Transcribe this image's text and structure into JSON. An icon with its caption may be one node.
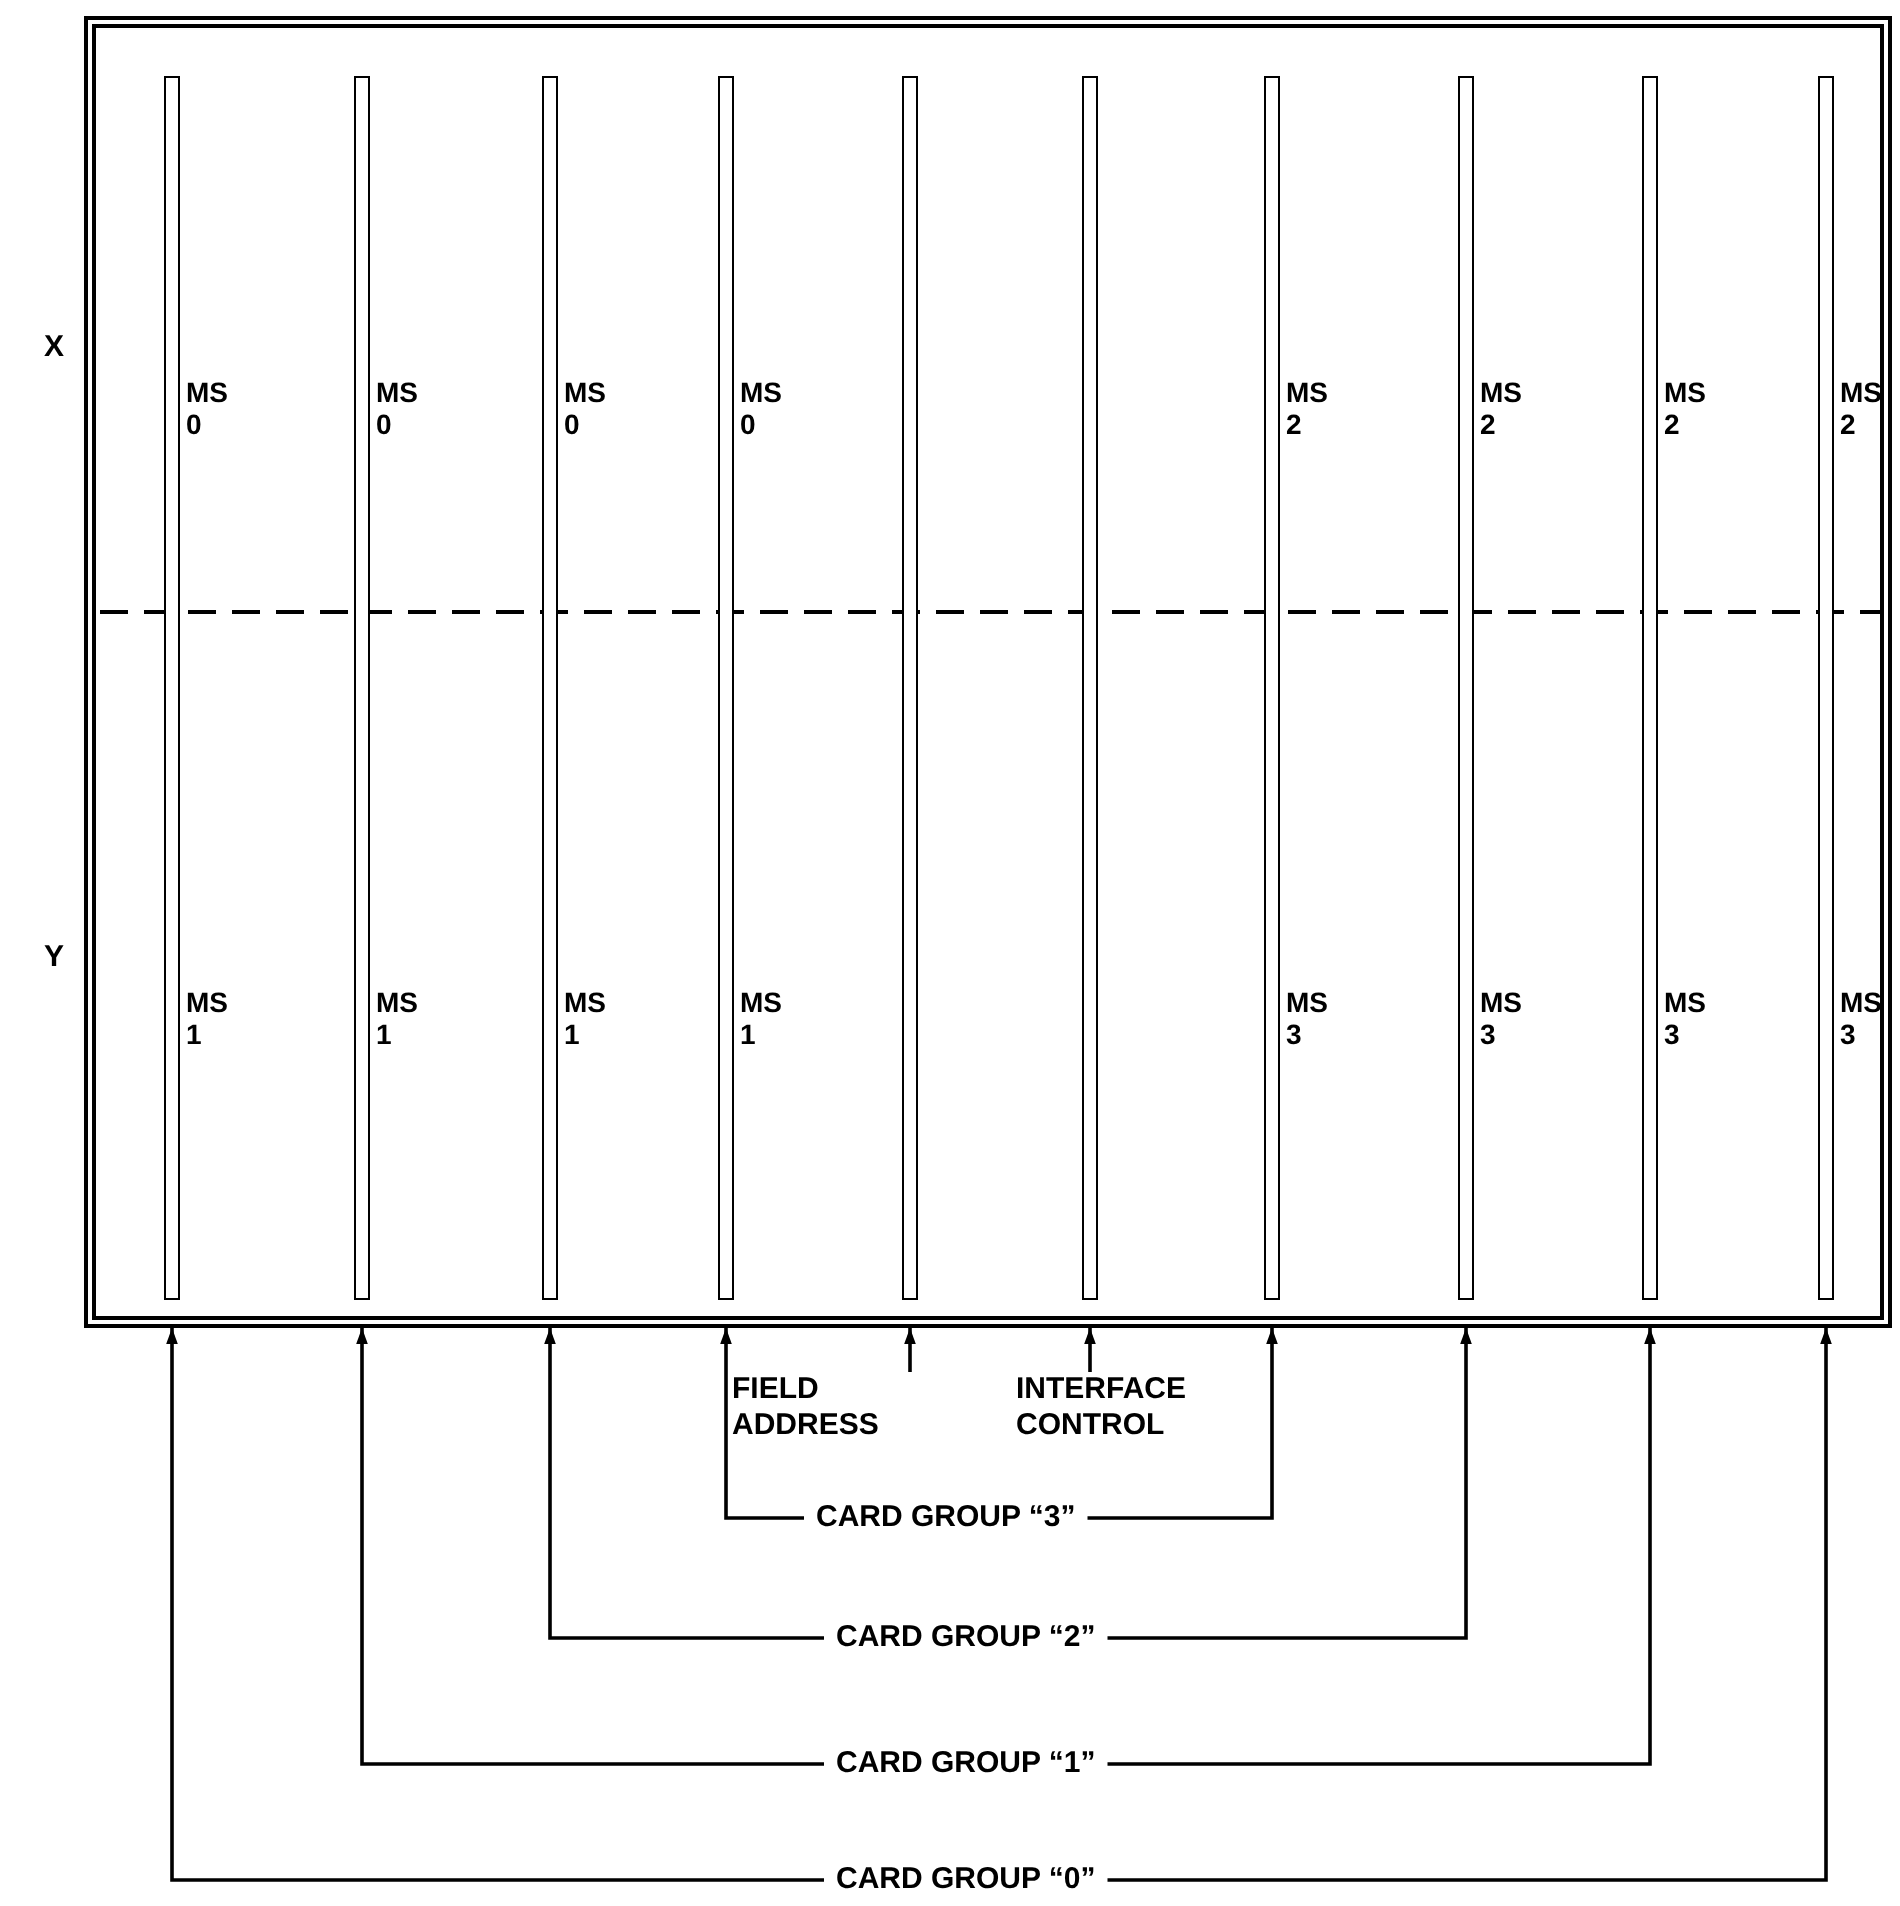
{
  "diagram": {
    "nodes": [
      {
        "text": [],
        "shape": "box"
      },
      {
        "text": [],
        "shape": "bar",
        "in": 0,
        "beside": [
          "MS 0",
          "MS 1"
        ]
      },
      {
        "text": [],
        "shape": "bar",
        "in": 0,
        "beside": [
          "MS 0",
          "MS 1"
        ]
      },
      {
        "text": [],
        "shape": "bar",
        "in": 0,
        "beside": [
          "MS 0",
          "MS 1"
        ]
      },
      {
        "text": [],
        "shape": "bar",
        "in": 0,
        "beside": [
          "MS 0",
          "MS 1"
        ]
      },
      {
        "text": [],
        "shape": "bar",
        "in": 0
      },
      {
        "text": [],
        "shape": "bar",
        "in": 0
      },
      {
        "text": [],
        "shape": "bar",
        "in": 0,
        "beside": [
          "MS 2",
          "MS 3"
        ]
      },
      {
        "text": [],
        "shape": "bar",
        "in": 0,
        "beside": [
          "MS 2",
          "MS 3"
        ]
      },
      {
        "text": [],
        "shape": "bar",
        "in": 0,
        "beside": [
          "MS 2",
          "MS 3"
        ]
      },
      {
        "text": [],
        "shape": "bar",
        "in": 0,
        "beside": [
          "MS 2",
          "MS 3"
        ]
      },
      {
        "text": [
          "FIELD ADDRESS"
        ]
      },
      {
        "text": [
          "INTERFACE CONTROL"
        ]
      },
      {
        "text": [
          "CARD GROUP “3”"
        ]
      },
      {
        "text": [
          "CARD GROUP “2”"
        ]
      },
      {
        "text": [
          "CARD GROUP “1”"
        ]
      },
      {
        "text": [
          "CARD GROUP “0”"
        ]
      }
    ],
    "edges": [
      {
        "from": 11,
        "to": 0,
        "arrow": "to"
      },
      {
        "from": 12,
        "to": 0,
        "arrow": "to"
      },
      {
        "from": 13,
        "to": 0,
        "arrow": "to"
      },
      {
        "from": 13,
        "to": 0,
        "arrow": "to"
      },
      {
        "from": 14,
        "to": 0,
        "arrow": "to"
      },
      {
        "from": 14,
        "to": 0,
        "arrow": "to"
      },
      {
        "from": 15,
        "to": 0,
        "arrow": "to"
      },
      {
        "from": 15,
        "to": 0,
        "arrow": "to"
      },
      {
        "from": 16,
        "to": 0,
        "arrow": "to"
      },
      {
        "from": 16,
        "to": 0,
        "arrow": "to"
      }
    ],
    "labels": [
      "X",
      "Y"
    ]
  }
}
